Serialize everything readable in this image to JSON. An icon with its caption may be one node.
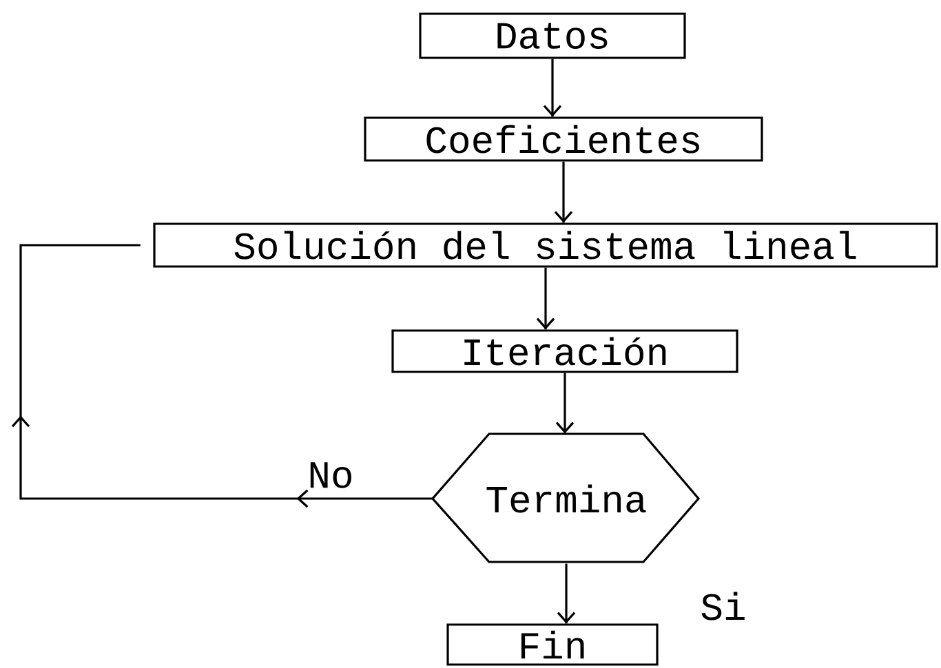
{
  "diagram": {
    "nodes": [
      {
        "text": [
          "Datos"
        ]
      },
      {
        "text": [
          "Coeficientes"
        ]
      },
      {
        "text": [
          "Solución del sistema lineal"
        ]
      },
      {
        "text": [
          "Iteración"
        ]
      },
      {
        "text": [
          "Termina"
        ]
      },
      {
        "text": [
          "Fin"
        ]
      }
    ],
    "edges": [
      {
        "from": 0,
        "to": 1,
        "arrow": "to"
      },
      {
        "from": 1,
        "to": 2,
        "arrow": "to"
      },
      {
        "from": 2,
        "to": 3,
        "arrow": "to"
      },
      {
        "from": 3,
        "to": 4,
        "arrow": "to"
      },
      {
        "from": 4,
        "to": 2,
        "arrow": "to",
        "label": "No"
      },
      {
        "from": 4,
        "to": 5,
        "arrow": "to",
        "label": "Si"
      }
    ]
  }
}
